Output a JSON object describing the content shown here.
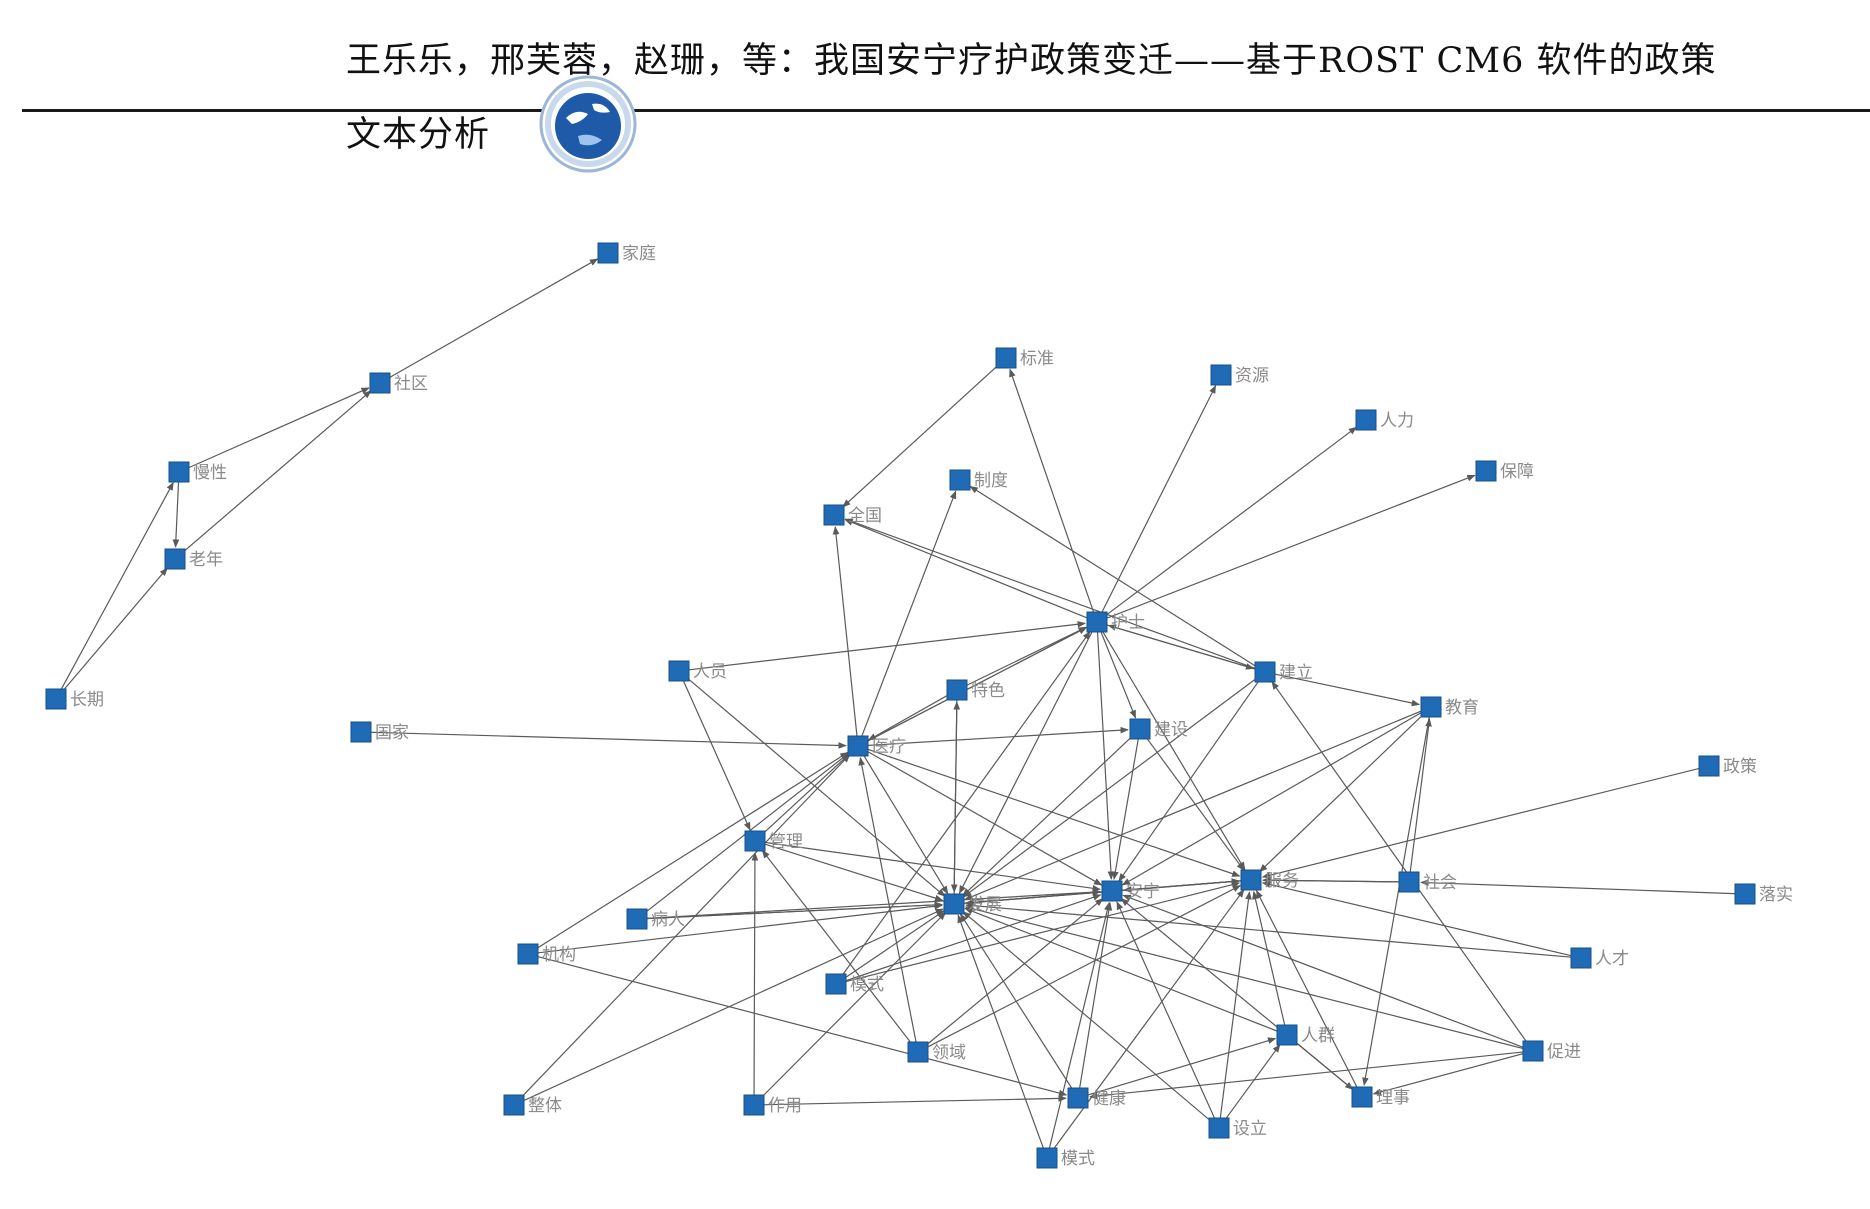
{
  "header": {
    "line1": "王乐乐，邢芙蓉，赵珊，等：我国安宁疗护政策变迁——基于ROST CM6 软件的政策",
    "line2": "文本分析"
  },
  "colors": {
    "node": "#1f6bb5",
    "node_border": "#174f86",
    "edge": "#5a5a5a",
    "label": "#8a8a8a"
  },
  "network": {
    "nodes": [
      {
        "id": "jiating",
        "label": "家庭"
      },
      {
        "id": "shequ",
        "label": "社区"
      },
      {
        "id": "manxing",
        "label": "慢性"
      },
      {
        "id": "laonian",
        "label": "老年"
      },
      {
        "id": "changqi",
        "label": "长期"
      },
      {
        "id": "biaozhun",
        "label": "标准"
      },
      {
        "id": "ziyuan",
        "label": "资源"
      },
      {
        "id": "renkou",
        "label": "人力"
      },
      {
        "id": "baozhang",
        "label": "保障"
      },
      {
        "id": "zhidu",
        "label": "制度"
      },
      {
        "id": "quanguo",
        "label": "全国"
      },
      {
        "id": "huli",
        "label": "护士"
      },
      {
        "id": "renyuan",
        "label": "人员"
      },
      {
        "id": "jianli",
        "label": "建立"
      },
      {
        "id": "jiaoyu",
        "label": "教育"
      },
      {
        "id": "tese",
        "label": "特色"
      },
      {
        "id": "guojia",
        "label": "国家"
      },
      {
        "id": "jianshe",
        "label": "建设"
      },
      {
        "id": "yiliao",
        "label": "医疗"
      },
      {
        "id": "zhengce",
        "label": "政策"
      },
      {
        "id": "guanli",
        "label": "管理"
      },
      {
        "id": "fazhan",
        "label": "发展"
      },
      {
        "id": "anning",
        "label": "安宁"
      },
      {
        "id": "fuwu",
        "label": "服务"
      },
      {
        "id": "shehui",
        "label": "社会"
      },
      {
        "id": "luoshi",
        "label": "落实"
      },
      {
        "id": "bingren",
        "label": "病人"
      },
      {
        "id": "jiangou",
        "label": "机构"
      },
      {
        "id": "rencai",
        "label": "人才"
      },
      {
        "id": "moshi_l",
        "label": "模式"
      },
      {
        "id": "renqun",
        "label": "人群"
      },
      {
        "id": "quyu",
        "label": "领域"
      },
      {
        "id": "cujin",
        "label": "促进"
      },
      {
        "id": "zhengti",
        "label": "整体"
      },
      {
        "id": "zuoyong",
        "label": "作用"
      },
      {
        "id": "jiankang",
        "label": "健康"
      },
      {
        "id": "lishi",
        "label": "理事"
      },
      {
        "id": "sheli",
        "label": "设立"
      },
      {
        "id": "moshi",
        "label": "模式"
      }
    ],
    "edges": [
      [
        "shequ",
        "jiating"
      ],
      [
        "manxing",
        "shequ"
      ],
      [
        "laonian",
        "shequ"
      ],
      [
        "manxing",
        "laonian"
      ],
      [
        "changqi",
        "manxing"
      ],
      [
        "changqi",
        "laonian"
      ],
      [
        "huli",
        "biaozhun"
      ],
      [
        "biaozhun",
        "quanguo"
      ],
      [
        "huli",
        "ziyuan"
      ],
      [
        "huli",
        "renkou"
      ],
      [
        "huli",
        "baozhang"
      ],
      [
        "yiliao",
        "zhidu"
      ],
      [
        "jianli",
        "zhidu"
      ],
      [
        "huli",
        "quanguo"
      ],
      [
        "yiliao",
        "quanguo"
      ],
      [
        "jianli",
        "quanguo"
      ],
      [
        "renyuan",
        "huli"
      ],
      [
        "jianli",
        "huli"
      ],
      [
        "huli",
        "jianli"
      ],
      [
        "tese",
        "huli"
      ],
      [
        "yiliao",
        "huli"
      ],
      [
        "yiliao",
        "huli"
      ],
      [
        "huli",
        "anning"
      ],
      [
        "huli",
        "fazhan"
      ],
      [
        "huli",
        "jianshe"
      ],
      [
        "huli",
        "fuwu"
      ],
      [
        "guojia",
        "yiliao"
      ],
      [
        "renyuan",
        "fazhan"
      ],
      [
        "tese",
        "fazhan"
      ],
      [
        "tese",
        "yiliao"
      ],
      [
        "jianli",
        "fazhan"
      ],
      [
        "jianli",
        "jiaoyu"
      ],
      [
        "jianli",
        "anning"
      ],
      [
        "jiaoyu",
        "fazhan"
      ],
      [
        "jiaoyu",
        "anning"
      ],
      [
        "jiaoyu",
        "lishi"
      ],
      [
        "jiaoyu",
        "fuwu"
      ],
      [
        "yiliao",
        "anning"
      ],
      [
        "yiliao",
        "fazhan"
      ],
      [
        "yiliao",
        "fuwu"
      ],
      [
        "yiliao",
        "jianshe"
      ],
      [
        "jianshe",
        "fazhan"
      ],
      [
        "jianshe",
        "anning"
      ],
      [
        "jianshe",
        "fuwu"
      ],
      [
        "zhengce",
        "fuwu"
      ],
      [
        "shehui",
        "fuwu"
      ],
      [
        "shehui",
        "fuwu"
      ],
      [
        "luoshi",
        "shehui"
      ],
      [
        "guanli",
        "fazhan"
      ],
      [
        "guanli",
        "anning"
      ],
      [
        "guanli",
        "yiliao"
      ],
      [
        "bingren",
        "fazhan"
      ],
      [
        "bingren",
        "fazhan"
      ],
      [
        "bingren",
        "anning"
      ],
      [
        "bingren",
        "yiliao"
      ],
      [
        "jiangou",
        "fazhan"
      ],
      [
        "jiangou",
        "jiankang"
      ],
      [
        "jiangou",
        "yiliao"
      ],
      [
        "zhengti",
        "fazhan"
      ],
      [
        "zuoyong",
        "guanli"
      ],
      [
        "zuoyong",
        "fazhan"
      ],
      [
        "quyu",
        "guanli"
      ],
      [
        "quyu",
        "yiliao"
      ],
      [
        "quyu",
        "anning"
      ],
      [
        "cujin",
        "fazhan"
      ],
      [
        "cujin",
        "anning"
      ],
      [
        "cujin",
        "jianli"
      ],
      [
        "fazhan",
        "anning"
      ],
      [
        "anning",
        "fazhan"
      ],
      [
        "fuwu",
        "anning"
      ],
      [
        "anning",
        "fuwu"
      ],
      [
        "fazhan",
        "fuwu"
      ],
      [
        "fuwu",
        "fazhan"
      ],
      [
        "rencai",
        "fuwu"
      ],
      [
        "rencai",
        "fazhan"
      ],
      [
        "renqun",
        "fazhan"
      ],
      [
        "renqun",
        "fuwu"
      ],
      [
        "jiankang",
        "fazhan"
      ],
      [
        "jiankang",
        "anning"
      ],
      [
        "jiankang",
        "renqun"
      ],
      [
        "moshi",
        "fazhan"
      ],
      [
        "moshi",
        "anning"
      ],
      [
        "moshi",
        "fuwu"
      ],
      [
        "sheli",
        "anning"
      ],
      [
        "sheli",
        "fuwu"
      ],
      [
        "sheli",
        "fazhan"
      ],
      [
        "sheli",
        "renqun"
      ],
      [
        "lishi",
        "fuwu"
      ],
      [
        "lishi",
        "anning"
      ],
      [
        "renqun",
        "lishi"
      ],
      [
        "shehui",
        "jiaoyu"
      ],
      [
        "moshi_l",
        "fazhan"
      ],
      [
        "moshi_l",
        "anning"
      ],
      [
        "moshi_l",
        "fuwu"
      ],
      [
        "moshi_l",
        "huli"
      ],
      [
        "zhengti",
        "yiliao"
      ],
      [
        "fazhan",
        "tese"
      ],
      [
        "renyuan",
        "guanli"
      ],
      [
        "quyu",
        "fuwu"
      ],
      [
        "cujin",
        "lishi"
      ],
      [
        "cujin",
        "jiankang"
      ],
      [
        "zuoyong",
        "jiankang"
      ]
    ]
  }
}
